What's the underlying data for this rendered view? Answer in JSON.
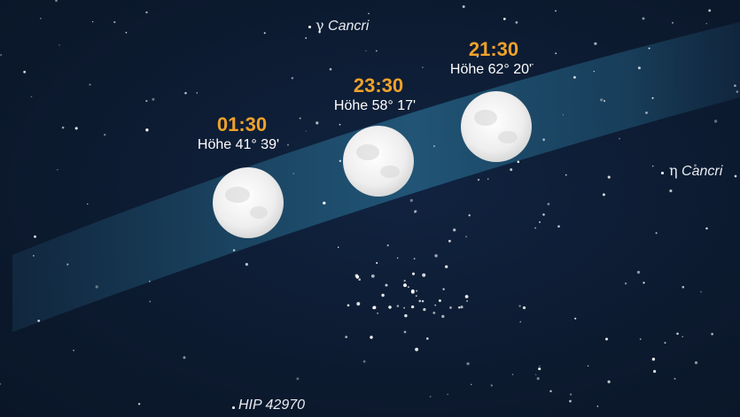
{
  "stars": {
    "gamma": {
      "prefix": "γ",
      "name": "Cancri"
    },
    "eta": {
      "prefix": "η",
      "name": "Cancri"
    },
    "hip": {
      "name": "HIP 42970"
    }
  },
  "moons": [
    {
      "time": "01:30",
      "altitude": "Höhe 41° 39'"
    },
    {
      "time": "23:30",
      "altitude": "Höhe 58° 17'"
    },
    {
      "time": "21:30",
      "altitude": "Höhe 62° 20'"
    }
  ],
  "colors": {
    "sky": "#0c1a2f",
    "band": "#1f4f6e",
    "time_label": "#f0a22a",
    "moon": "#f2f2f2"
  }
}
